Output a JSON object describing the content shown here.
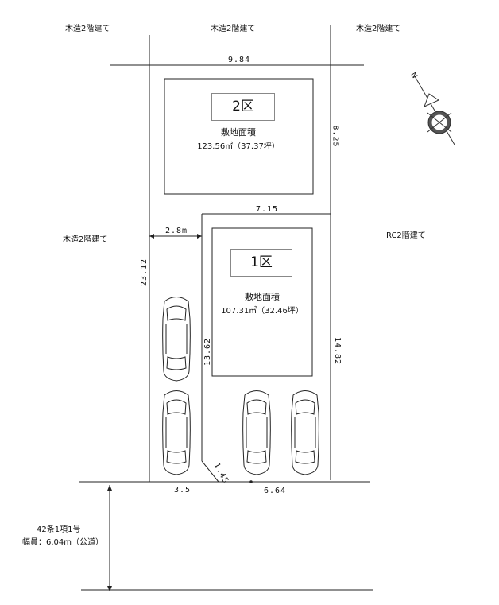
{
  "neighbors": {
    "top_left": "木造2階建て",
    "top_center": "木造2階建て",
    "top_right": "木造2階建て",
    "mid_left": "木造2階建て",
    "mid_right": "RC2階建て"
  },
  "dimensions": {
    "top_width": "9.84",
    "lot2_right": "8.25",
    "lot1_top": "7.15",
    "driveway_width": "2.8m",
    "total_depth": "23.12",
    "lot1_left": "13.62",
    "lot1_right": "14.82",
    "corner_cut": "1.45",
    "front_left": "3.5",
    "front_right": "6.64"
  },
  "lots": [
    {
      "tag": "2区",
      "area_title": "敷地面積",
      "area_value": "123.56㎡（37.37坪）"
    },
    {
      "tag": "1区",
      "area_title": "敷地面積",
      "area_value": "107.31㎡（32.46坪）"
    }
  ],
  "road": {
    "classification": "42条1項1号",
    "width": "幅員：6.04m（公道）"
  },
  "compass": {
    "north_label": "N"
  }
}
